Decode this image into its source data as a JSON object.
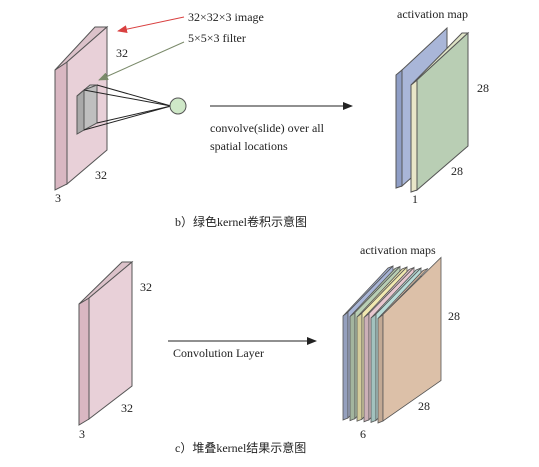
{
  "top": {
    "input_volume": {
      "label_size": "32×32×3 image",
      "dim_height": "32",
      "dim_width": "32",
      "dim_depth": "3",
      "color": "#e8d0d8"
    },
    "filter": {
      "label": "5×5×3 filter",
      "color": "#bfbfbf"
    },
    "neuron": {
      "color": "#cfe8c8"
    },
    "arrow_text_line1": "convolve(slide) over all",
    "arrow_text_line2": "spatial locations",
    "output": {
      "title": "activation map",
      "dim_height": "28",
      "dim_width": "28",
      "dim_depth": "1",
      "blue_map_color": "#a9b6d8",
      "green_map_color": "#b9ceb4"
    },
    "caption": "b）绿色kernel卷积示意图"
  },
  "bottom": {
    "input_volume": {
      "dim_height": "32",
      "dim_width": "32",
      "dim_depth": "3",
      "color": "#e8d0d8"
    },
    "arrow_text": "Convolution Layer",
    "output": {
      "title": "activation maps",
      "dim_height": "28",
      "dim_width": "28",
      "dim_depth": "6",
      "slice_colors": [
        "#a9b6d8",
        "#b9ceb4",
        "#f0e8b0",
        "#e8c8d0",
        "#b8dcd8",
        "#dcc0a8"
      ]
    },
    "caption": "c）堆叠kernel结果示意图"
  },
  "pointer_colors": {
    "image_pointer": "#d94040",
    "filter_pointer": "#7a8a6a"
  }
}
